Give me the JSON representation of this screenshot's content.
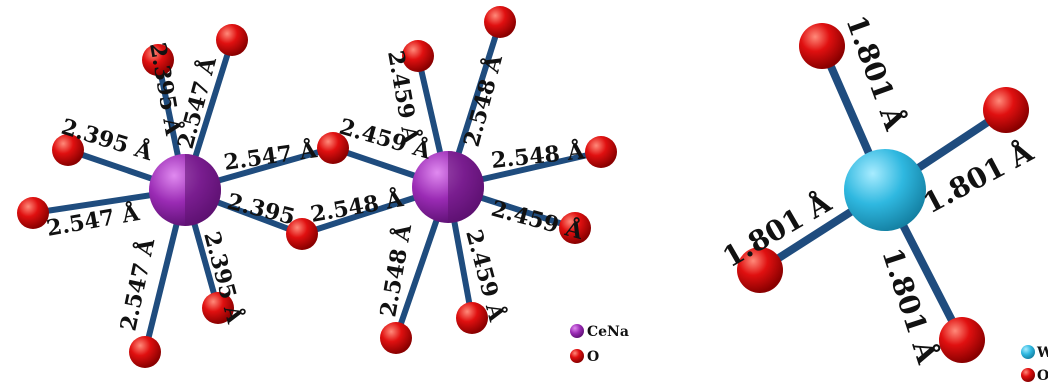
{
  "colors": {
    "metal_cena": "#9a2bb4",
    "metal_w": "#2fb8e0",
    "oxygen": "#e01010",
    "bond": "#1f4c7e",
    "text": "#111111"
  },
  "legend_left": {
    "items": [
      {
        "label": "CeNa",
        "color": "#9a2bb4"
      },
      {
        "label": "O",
        "color": "#e01010"
      }
    ]
  },
  "legend_right": {
    "items": [
      {
        "label": "W",
        "color": "#2fb8e0"
      },
      {
        "label": "O",
        "color": "#e01010"
      }
    ]
  },
  "bond_labels": {
    "ce1": [
      "2.395 Å",
      "2.547 Å",
      "2.395 Å",
      "2.547 Å",
      "2.547 Å",
      "2.395",
      "2.547 Å",
      "2.395 Å"
    ],
    "ce2": [
      "2.459 Å",
      "2.548 Å",
      "2.459 Å",
      "2.548 Å",
      "2.548 Å",
      "2.459 Å",
      "2.548 Å",
      "2.459 Å"
    ],
    "w": [
      "1.801 Å",
      "1.801 Å",
      "1.801 Å",
      "1.801 Å"
    ]
  }
}
